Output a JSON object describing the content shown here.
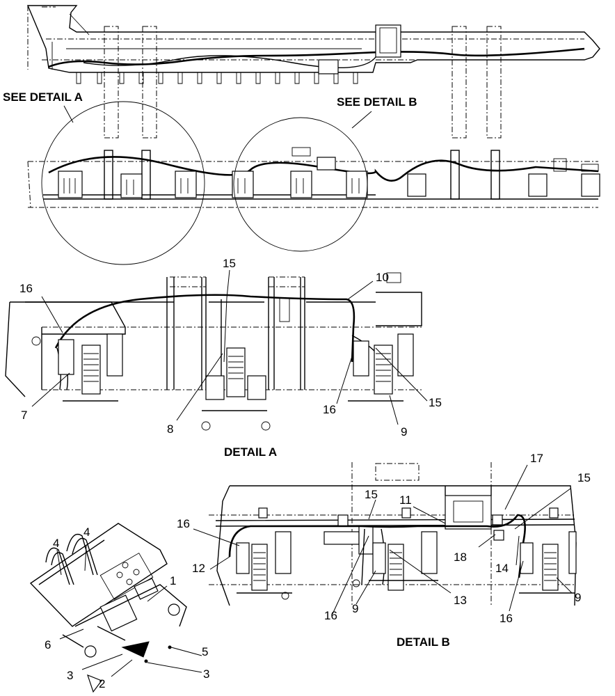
{
  "titles": {
    "see_detail_a": "SEE DETAIL A",
    "see_detail_b": "SEE DETAIL B",
    "detail_a": "DETAIL  A",
    "detail_b": "DETAIL  B"
  },
  "detail_a_callouts": [
    "16",
    "15",
    "10",
    "7",
    "8",
    "16",
    "15",
    "9"
  ],
  "detail_b_callouts": [
    "17",
    "15",
    "11",
    "15",
    "16",
    "12",
    "18",
    "14",
    "16",
    "9",
    "13",
    "9",
    "16"
  ],
  "bracket_callouts": [
    "4",
    "4",
    "1",
    "6",
    "5",
    "3",
    "2",
    "3"
  ]
}
